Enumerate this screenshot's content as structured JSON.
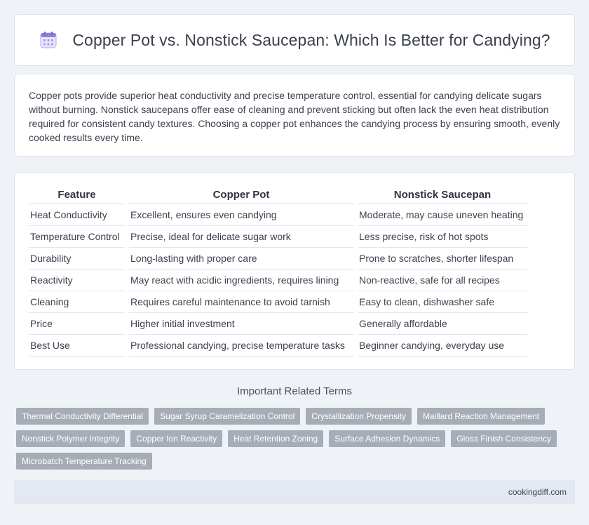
{
  "header": {
    "icon": "calendar-icon",
    "title": "Copper Pot vs. Nonstick Saucepan: Which Is Better for Candying?"
  },
  "intro": {
    "text": "Copper pots provide superior heat conductivity and precise temperature control, essential for candying delicate sugars without burning. Nonstick saucepans offer ease of cleaning and prevent sticking but often lack the even heat distribution required for consistent candy textures. Choosing a copper pot enhances the candying process by ensuring smooth, evenly cooked results every time."
  },
  "table": {
    "headers": [
      "Feature",
      "Copper Pot",
      "Nonstick Saucepan"
    ],
    "rows": [
      [
        "Heat Conductivity",
        "Excellent, ensures even candying",
        "Moderate, may cause uneven heating"
      ],
      [
        "Temperature Control",
        "Precise, ideal for delicate sugar work",
        "Less precise, risk of hot spots"
      ],
      [
        "Durability",
        "Long-lasting with proper care",
        "Prone to scratches, shorter lifespan"
      ],
      [
        "Reactivity",
        "May react with acidic ingredients, requires lining",
        "Non-reactive, safe for all recipes"
      ],
      [
        "Cleaning",
        "Requires careful maintenance to avoid tarnish",
        "Easy to clean, dishwasher safe"
      ],
      [
        "Price",
        "Higher initial investment",
        "Generally affordable"
      ],
      [
        "Best Use",
        "Professional candying, precise temperature tasks",
        "Beginner candying, everyday use"
      ]
    ]
  },
  "related": {
    "title": "Important Related Terms",
    "tags": [
      "Thermal Conductivity Differential",
      "Sugar Syrup Caramelization Control",
      "Crystallization Propensity",
      "Maillard Reaction Management",
      "Nonstick Polymer Integrity",
      "Copper Ion Reactivity",
      "Heat Retention Zoning",
      "Surface Adhesion Dynamics",
      "Gloss Finish Consistency",
      "Microbatch Temperature Tracking"
    ]
  },
  "footer": {
    "site": "cookingdiff.com"
  },
  "colors": {
    "background": "#eff2f7",
    "tag": "#a7adb7",
    "footer": "#e3e8f3",
    "icon_accent": "#8b7fd6"
  }
}
